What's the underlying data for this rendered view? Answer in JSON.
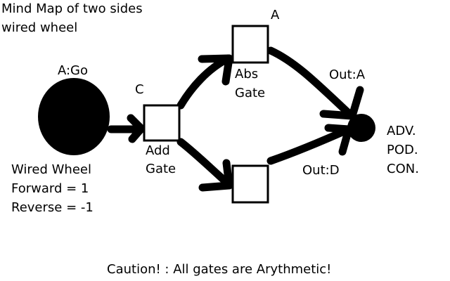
{
  "title": {
    "line1": "Mind Map of two sides",
    "line2": "wired wheel"
  },
  "wheel": {
    "label": "A:Go",
    "desc_lines": [
      "Wired Wheel",
      "Forward = 1",
      "Reverse = -1"
    ]
  },
  "nodes": {
    "add_gate": {
      "top_label": "C",
      "lines": [
        "Add",
        "Gate"
      ]
    },
    "abs_gate": {
      "top_label": "A",
      "lines": [
        "Abs",
        "Gate"
      ]
    },
    "bottom_gate": {}
  },
  "outputs": {
    "out_a": "Out:A",
    "out_d": "Out:D"
  },
  "result": {
    "lines": [
      "ADV.",
      "POD.",
      "CON."
    ]
  },
  "footer": {
    "caution": "Caution! : All gates are Arythmetic!"
  },
  "colors": {
    "ink": "#000000",
    "background": "#ffffff"
  }
}
